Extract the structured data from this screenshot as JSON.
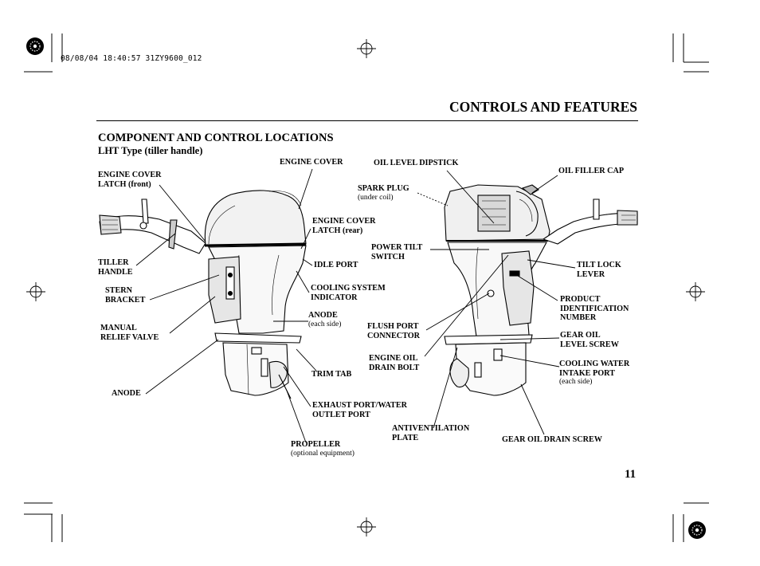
{
  "print_stamp": "08/08/04 18:40:57 31ZY9600_012",
  "section_title": "CONTROLS AND FEATURES",
  "heading": "COMPONENT AND CONTROL LOCATIONS",
  "subheading": "LHT Type (tiller handle)",
  "page_number": "11",
  "labels": {
    "engine_cover_latch_front": {
      "line1": "ENGINE COVER",
      "line2": "LATCH (front)"
    },
    "engine_cover": {
      "line1": "ENGINE COVER"
    },
    "engine_cover_latch_rear": {
      "line1": "ENGINE COVER",
      "line2": "LATCH (rear)"
    },
    "tiller_handle": {
      "line1": "TILLER",
      "line2": "HANDLE"
    },
    "idle_port": {
      "line1": "IDLE PORT"
    },
    "stern_bracket": {
      "line1": "STERN",
      "line2": "BRACKET"
    },
    "cooling_system_indicator": {
      "line1": "COOLING SYSTEM",
      "line2": "INDICATOR"
    },
    "anode_each_side": {
      "line1": "ANODE",
      "line2": "(each side)"
    },
    "manual_relief_valve": {
      "line1": "MANUAL",
      "line2": "RELIEF VALVE"
    },
    "trim_tab": {
      "line1": "TRIM TAB"
    },
    "anode": {
      "line1": "ANODE"
    },
    "exhaust_port": {
      "line1": "EXHAUST PORT/WATER",
      "line2": "OUTLET PORT"
    },
    "propeller": {
      "line1": "PROPELLER",
      "line2": "(optional equipment)"
    },
    "oil_level_dipstick": {
      "line1": "OIL LEVEL DIPSTICK"
    },
    "oil_filler_cap": {
      "line1": "OIL FILLER CAP"
    },
    "spark_plug": {
      "line1": "SPARK PLUG",
      "line2": "(under coil)"
    },
    "power_tilt_switch": {
      "line1": "POWER TILT",
      "line2": "SWITCH"
    },
    "tilt_lock_lever": {
      "line1": "TILT LOCK",
      "line2": "LEVER"
    },
    "product_id_number": {
      "line1": "PRODUCT",
      "line2": "IDENTIFICATION",
      "line3": "NUMBER"
    },
    "flush_port_connector": {
      "line1": "FLUSH PORT",
      "line2": "CONNECTOR"
    },
    "gear_oil_level_screw": {
      "line1": "GEAR OIL",
      "line2": "LEVEL SCREW"
    },
    "engine_oil_drain_bolt": {
      "line1": "ENGINE OIL",
      "line2": "DRAIN BOLT"
    },
    "cooling_water_intake_port": {
      "line1": "COOLING WATER",
      "line2": "INTAKE PORT",
      "line3": "(each side)"
    },
    "antiventilation_plate": {
      "line1": "ANTIVENTILATION",
      "line2": "PLATE"
    },
    "gear_oil_drain_screw": {
      "line1": "GEAR OIL DRAIN SCREW"
    }
  }
}
